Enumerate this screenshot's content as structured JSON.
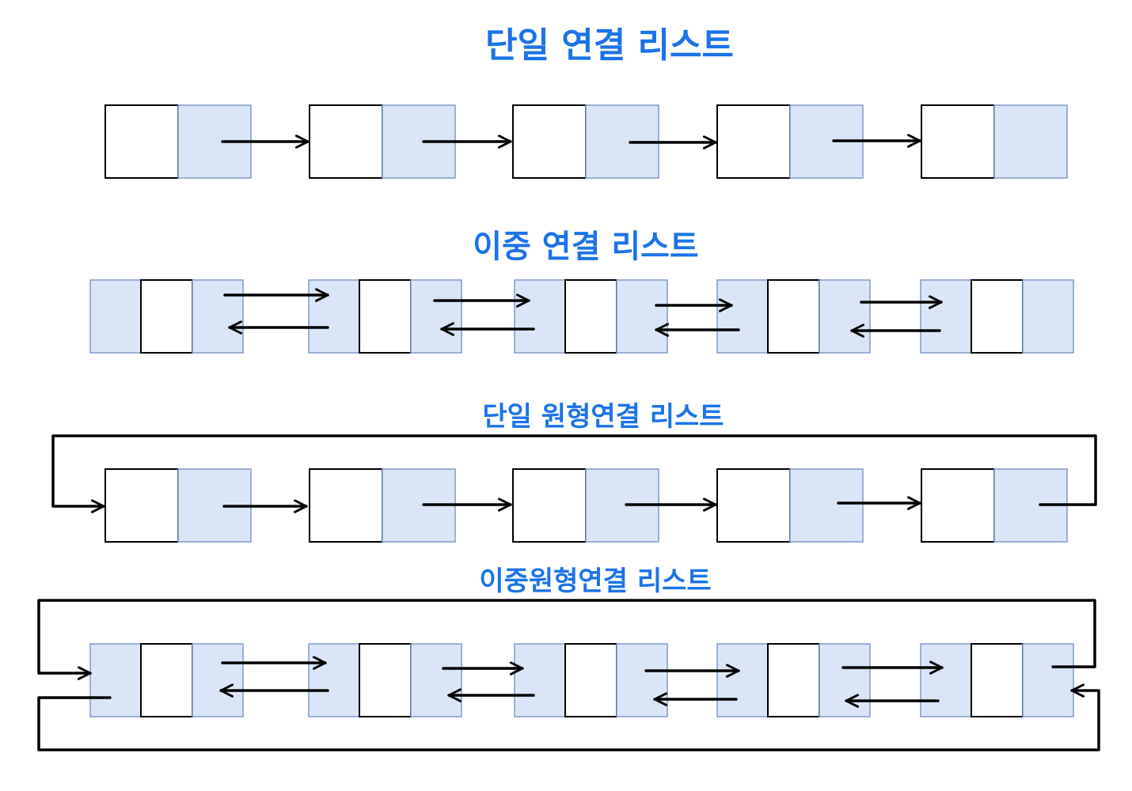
{
  "diagram_titles": {
    "singly_linked_list": "단일 연결 리스트",
    "doubly_linked_list": "이중 연결 리스트",
    "singly_circular_linked_list": "단일 원형연결 리스트",
    "doubly_circular_linked_list": "이중원형연결 리스트"
  },
  "colors": {
    "title": "#1a73e8",
    "pointer_cell": "#dae6f8",
    "pointer_border": "#7e9ac8",
    "data_cell": "#ffffff",
    "line": "#000000"
  },
  "node_counts": {
    "singly_linked_list": 5,
    "doubly_linked_list": 5,
    "singly_circular_linked_list": 5,
    "doubly_circular_linked_list": 5
  }
}
